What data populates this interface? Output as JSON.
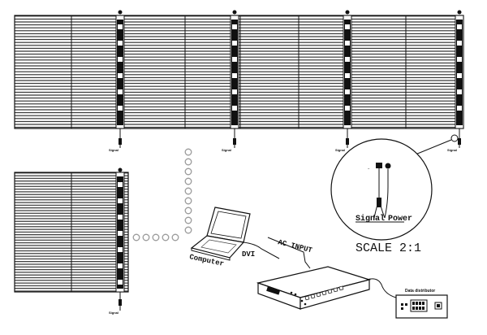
{
  "labels": {
    "signal": "Signal",
    "power": "Power",
    "scale": "SCALE 2:1",
    "ac_input": "AC INPUT",
    "dvi": "DVI",
    "computer": "Computer",
    "data_distributor": "Data distributor"
  },
  "colors": {
    "line": "#111111",
    "dots": "#9a9a9a",
    "background": "#ffffff"
  }
}
